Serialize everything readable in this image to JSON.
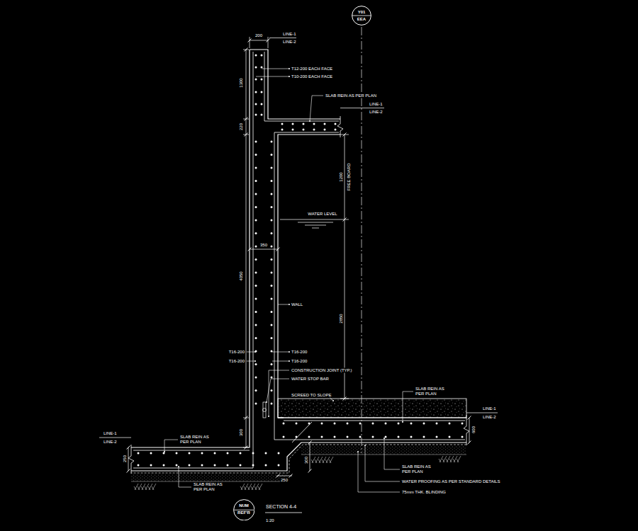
{
  "diagram": {
    "title": "SECTION 4-4",
    "caption": "1:20",
    "nodes": [
      {
        "text": [
          "Y01",
          "EEA"
        ]
      },
      {
        "text": [
          "NUM",
          "REF'R"
        ]
      }
    ],
    "labels": [
      "200",
      "LINE-1",
      "LINE-2",
      "1300",
      "T12-200 EACH FACE",
      "T10-200 EACH FACE",
      "SLAB REIN AS PER PLAN",
      "LINE-1",
      "LINE-2",
      "220",
      "1200",
      "FREE BOARD",
      "WATER LEVEL",
      "350",
      "4050",
      "WALL",
      "2850",
      "T16-200",
      "T16-200",
      "T16-200",
      "T16-200",
      "CONSTRUCTION JOINT (TYP.)",
      "WATER STOP BAR",
      "SCREED TO SLOPE",
      "SLAB REIN AS PER PLAN",
      "LINE-1",
      "LINE-2",
      "600",
      "LINE-1",
      "LINE-2",
      "SLAB REIN AS PER PLAN",
      "300",
      "250",
      "300",
      "250",
      "SLAB REIN AS PER PLAN",
      "SLAB REIN AS PER PLAN",
      "WATER PROOFING AS PER STANDARD DETAILS",
      "75mm THK. BLINDING"
    ]
  }
}
